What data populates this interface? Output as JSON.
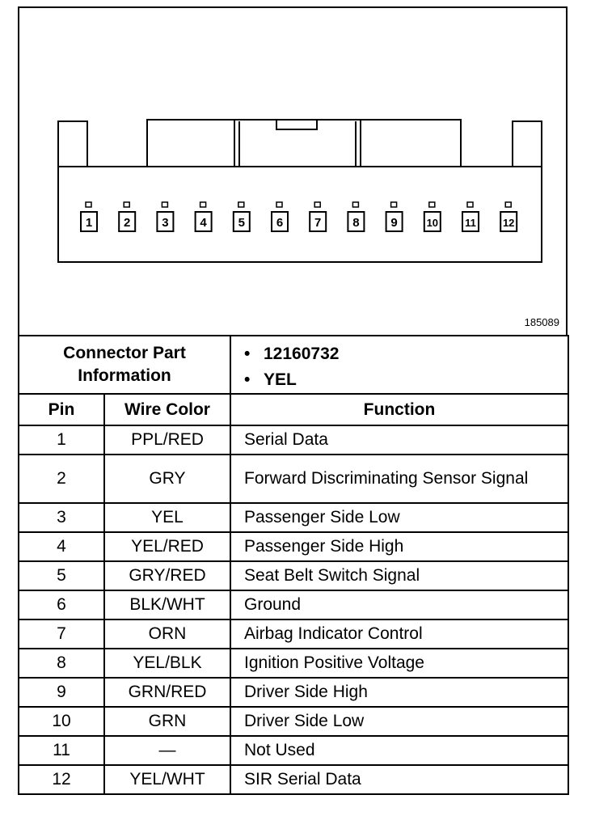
{
  "figure_number": "185089",
  "connector": {
    "pins": [
      "1",
      "2",
      "3",
      "4",
      "5",
      "6",
      "7",
      "8",
      "9",
      "10",
      "11",
      "12"
    ]
  },
  "info": {
    "label_line1": "Connector Part",
    "label_line2": "Information",
    "values": [
      "12160732",
      "YEL"
    ]
  },
  "table": {
    "headers": {
      "pin": "Pin",
      "color": "Wire Color",
      "function": "Function"
    },
    "rows": [
      {
        "pin": "1",
        "color": "PPL/RED",
        "function": "Serial Data"
      },
      {
        "pin": "2",
        "color": "GRY",
        "function": "Forward Discriminating Sensor Signal"
      },
      {
        "pin": "3",
        "color": "YEL",
        "function": "Passenger Side Low"
      },
      {
        "pin": "4",
        "color": "YEL/RED",
        "function": "Passenger Side High"
      },
      {
        "pin": "5",
        "color": "GRY/RED",
        "function": "Seat Belt Switch Signal"
      },
      {
        "pin": "6",
        "color": "BLK/WHT",
        "function": "Ground"
      },
      {
        "pin": "7",
        "color": "ORN",
        "function": "Airbag Indicator Control"
      },
      {
        "pin": "8",
        "color": "YEL/BLK",
        "function": "Ignition Positive Voltage"
      },
      {
        "pin": "9",
        "color": "GRN/RED",
        "function": "Driver Side High"
      },
      {
        "pin": "10",
        "color": "GRN",
        "function": "Driver Side Low"
      },
      {
        "pin": "11",
        "color": "—",
        "function": "Not Used"
      },
      {
        "pin": "12",
        "color": "YEL/WHT",
        "function": "SIR Serial Data"
      }
    ]
  }
}
